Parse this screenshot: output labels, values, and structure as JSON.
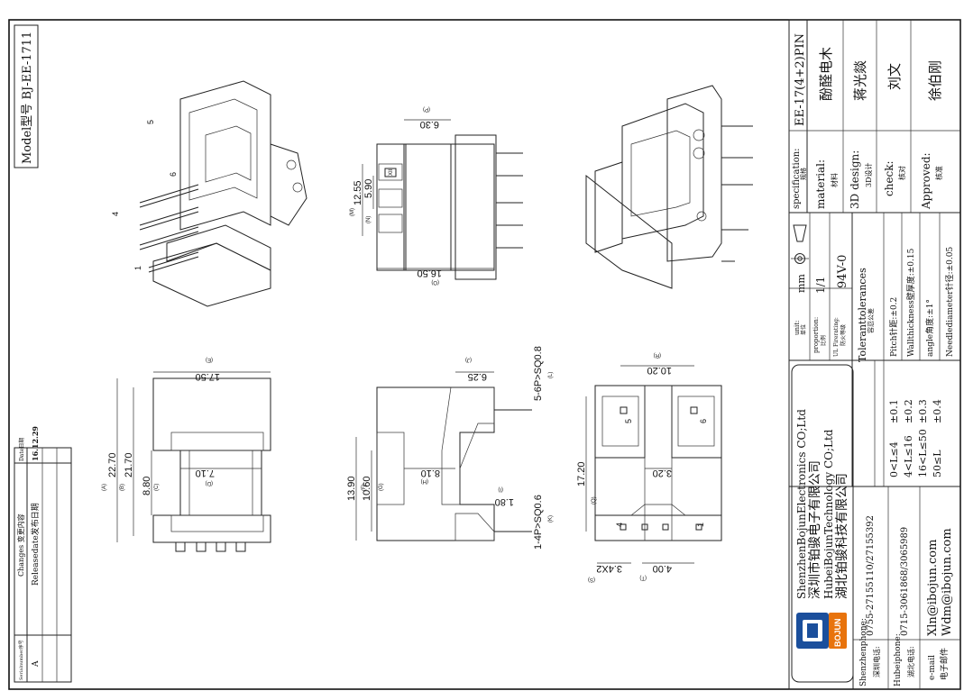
{
  "model": "Model型号 BJ-EE-1711",
  "changes": {
    "col_serial": "Serialnumber序号",
    "col_changes": "Changes 变更内容",
    "col_date": "Date日期",
    "rows": [
      {
        "serial": "A",
        "changes": "Releasedate发布日期",
        "date": "16.12.29"
      }
    ]
  },
  "title_block": {
    "specification_label": "specification:",
    "specification_cn": "规格",
    "specification_value": "EE-17(4+2)PIN",
    "material_label": "material:",
    "material_cn": "材料",
    "material_value": "酚醛电木",
    "design_label": "3D design:",
    "design_cn": "3D设计",
    "design_value": "蒋光燚",
    "check_label": "check:",
    "check_cn": "核对",
    "check_value": "刘文",
    "approved_label": "Approved:",
    "approved_cn": "核准",
    "approved_value": "徐伯刚",
    "unit_label": "unit:",
    "unit_cn": "单位",
    "unit_value": "mm",
    "proportion_label": "proportion:",
    "proportion_cn": "比例",
    "proportion_value": "1/1",
    "fire_label": "UL Firerating:",
    "fire_cn": "防火等级",
    "fire_value": "94V-0",
    "tolerance_title": "Toleranttolerances",
    "tolerance_cn": "容忍公差",
    "tolerances": [
      {
        "range": "0<L≤4",
        "value": "±0.1"
      },
      {
        "range": "4<L≤16",
        "value": "±0.2"
      },
      {
        "range": "16<L≤50",
        "value": "±0.3"
      },
      {
        "range": "50≤L",
        "value": "±0.4"
      }
    ],
    "pitch": "Pitch针距:±0.2",
    "wall": "Wallthickness壁厚度:±0.15",
    "angle": "angle角度:±1°",
    "needle": "Needlediameter针径:±0.05",
    "company_lines": [
      "ShenzhenBojunElectronics CO;Ltd",
      "深圳市铂骏电子有限公司",
      "HubeiBojunTechnology CO;Ltd",
      "湖北铂骏科技有限公司"
    ],
    "logo_text": "BOJUN",
    "contacts": [
      {
        "label": "Shenzhenphone:",
        "cn": "深圳电话:",
        "value": "0755-27155110/27155392"
      },
      {
        "label": "Hubeiphone:",
        "cn": "湖北电话:",
        "value": "0715-3061868/3065989"
      },
      {
        "label": "e-mail",
        "cn": "电子邮件",
        "value": "Xln@ibojun.com",
        "value2": "Wdm@ibojun.com"
      }
    ]
  },
  "dims": {
    "d1": "16.50",
    "d1_tag": "(O)",
    "d2": "6.30",
    "d2_tag": "(P)",
    "d3": "12.55",
    "d3_tag": "(M)",
    "d4": "5.90",
    "d4_tag": "(N)",
    "d5": "17.50",
    "d5_tag": "(E)",
    "d6": "22.70",
    "d6_tag": "(A)",
    "d7": "21.70",
    "d7_tag": "(B)",
    "d8": "8.80",
    "d8_tag": "(C)",
    "d9": "7.10",
    "d9_tag": "(D)",
    "d10": "6.25",
    "d10_tag": "(J)",
    "d11": "5-6P>SQ0.8",
    "d11_tag": "(L)",
    "d12": "13.90",
    "d12_tag": "(F)",
    "d13": "10.60",
    "d13_tag": "(G)",
    "d14": "8.10",
    "d14_tag": "(H)",
    "d15": "1.80",
    "d15_tag": "(I)",
    "d16": "1-4P>SQ0.6",
    "d16_tag": "(K)",
    "d17": "10.20",
    "d17_tag": "(R)",
    "d18": "3.20",
    "d19": "17.20",
    "d19_tag": "(Q)",
    "d20": "3.4X2",
    "d20_tag": "(S)",
    "d21": "4.00",
    "d21_tag": "(T)"
  },
  "pin_labels": {
    "p1": "1",
    "p4": "4",
    "p5": "5",
    "p6": "6"
  },
  "bottom_pins": {
    "b1": "1",
    "b4": "4",
    "b5": "5",
    "b6": "6"
  },
  "marker": "□",
  "marker_label": "XIII"
}
